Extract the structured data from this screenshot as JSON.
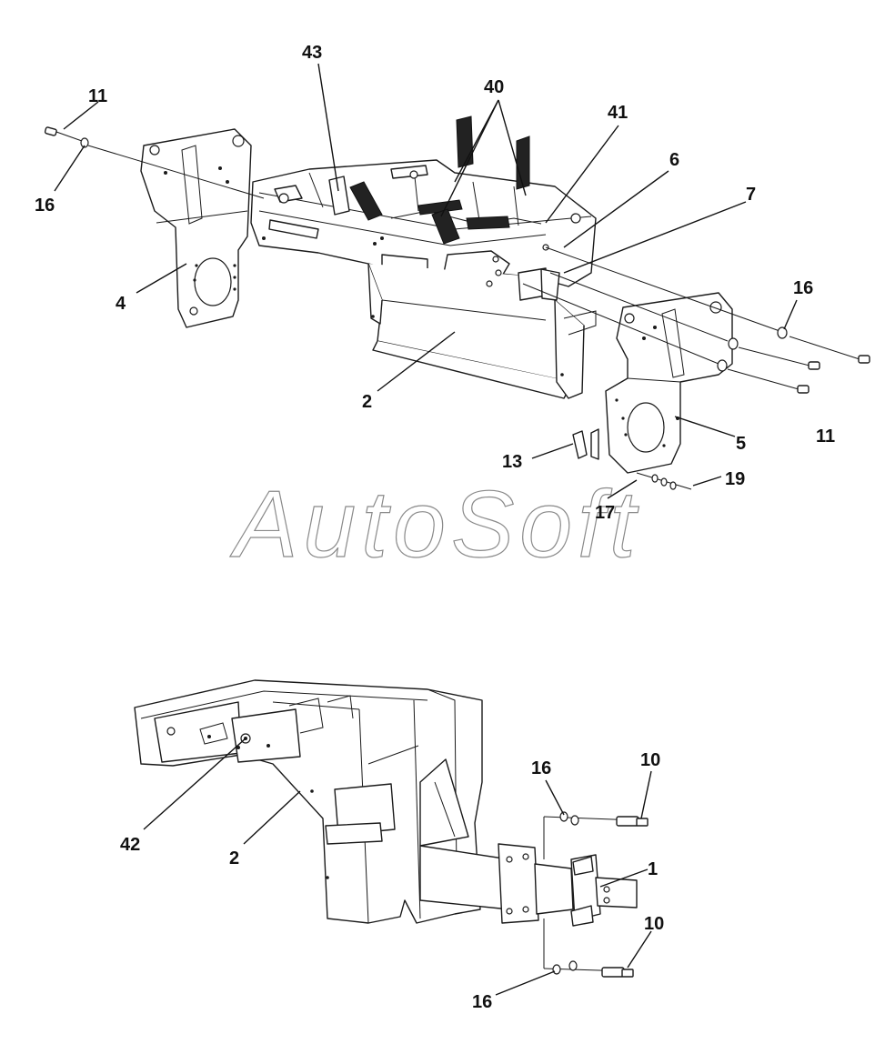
{
  "watermark": {
    "text": "AutoSoft"
  },
  "callouts_top": [
    {
      "id": "c43",
      "label": "43"
    },
    {
      "id": "c40",
      "label": "40"
    },
    {
      "id": "c41",
      "label": "41"
    },
    {
      "id": "c11a",
      "label": "11"
    },
    {
      "id": "c16a",
      "label": "16"
    },
    {
      "id": "c6",
      "label": "6"
    },
    {
      "id": "c7",
      "label": "7"
    },
    {
      "id": "c4",
      "label": "4"
    },
    {
      "id": "c16b",
      "label": "16"
    },
    {
      "id": "c2a",
      "label": "2"
    },
    {
      "id": "c11b",
      "label": "11"
    },
    {
      "id": "c5",
      "label": "5"
    },
    {
      "id": "c13",
      "label": "13"
    },
    {
      "id": "c19",
      "label": "19"
    },
    {
      "id": "c17",
      "label": "17"
    }
  ],
  "callouts_bottom": [
    {
      "id": "c16c",
      "label": "16"
    },
    {
      "id": "c10a",
      "label": "10"
    },
    {
      "id": "c42",
      "label": "42"
    },
    {
      "id": "c2b",
      "label": "2"
    },
    {
      "id": "c1",
      "label": "1"
    },
    {
      "id": "c10b",
      "label": "10"
    },
    {
      "id": "c16d",
      "label": "16"
    }
  ]
}
